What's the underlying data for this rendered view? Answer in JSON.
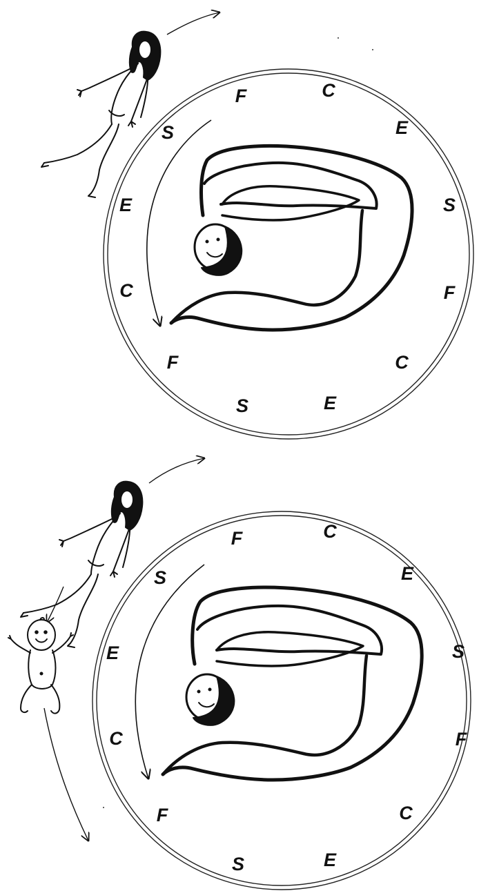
{
  "colors": {
    "ink": "#111111",
    "background": "#ffffff"
  },
  "panels": [
    {
      "name": "cycle-without-child",
      "ring_letters": [
        "F",
        "C",
        "E",
        "S",
        "F",
        "C",
        "E",
        "S",
        "F",
        "C",
        "E",
        "S"
      ]
    },
    {
      "name": "cycle-with-child",
      "ring_letters": [
        "F",
        "C",
        "E",
        "S",
        "F",
        "C",
        "E",
        "S",
        "F",
        "C",
        "E",
        "S"
      ]
    }
  ],
  "icons": [
    "woman-figure-icon",
    "baby-figure-icon",
    "curled-embryo-figure-icon",
    "arrow-icon"
  ]
}
